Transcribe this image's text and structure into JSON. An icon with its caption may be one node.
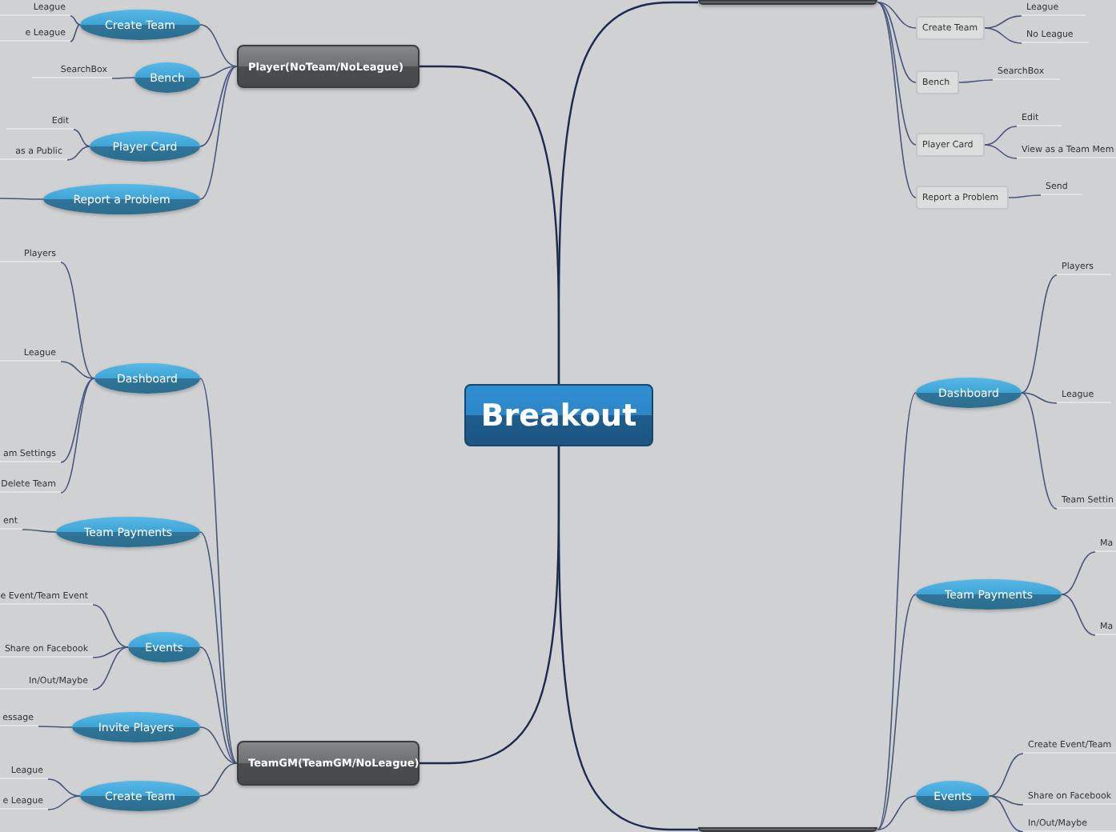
{
  "diagram": {
    "nodes": [
      {
        "text": [
          "Breakout"
        ]
      },
      {
        "text": [
          "Player(NoTeam/NoLeague)"
        ]
      },
      {
        "text": [
          "Create Team"
        ]
      },
      {
        "text": [
          "League"
        ]
      },
      {
        "text": [
          "e League"
        ]
      },
      {
        "text": [
          "Bench"
        ]
      },
      {
        "text": [
          "SearchBox"
        ]
      },
      {
        "text": [
          "Player Card"
        ]
      },
      {
        "text": [
          "Edit"
        ]
      },
      {
        "text": [
          "as a Public"
        ]
      },
      {
        "text": [
          "Report a Problem"
        ]
      },
      {
        "text": [
          "TeamGM(TeamGM/NoLeague)"
        ]
      },
      {
        "text": [
          "Dashboard"
        ]
      },
      {
        "text": [
          "Players"
        ]
      },
      {
        "text": [
          "League"
        ]
      },
      {
        "text": [
          "am Settings"
        ]
      },
      {
        "text": [
          "Delete Team"
        ]
      },
      {
        "text": [
          "Team Payments"
        ]
      },
      {
        "text": [
          "ent"
        ]
      },
      {
        "text": [
          "Events"
        ]
      },
      {
        "text": [
          "e Event/Team Event"
        ]
      },
      {
        "text": [
          "Share on Facebook"
        ]
      },
      {
        "text": [
          "In/Out/Maybe"
        ]
      },
      {
        "text": [
          "Invite Players"
        ]
      },
      {
        "text": [
          "essage"
        ]
      },
      {
        "text": [
          "Create Team"
        ]
      },
      {
        "text": [
          "League"
        ]
      },
      {
        "text": [
          "e League"
        ]
      },
      {
        "text": [],
        "shape": "box"
      },
      {
        "text": [
          "Create Team"
        ]
      },
      {
        "text": [
          "League"
        ]
      },
      {
        "text": [
          "No League"
        ]
      },
      {
        "text": [
          "Bench"
        ]
      },
      {
        "text": [
          "SearchBox"
        ]
      },
      {
        "text": [
          "Player Card"
        ]
      },
      {
        "text": [
          "Edit"
        ]
      },
      {
        "text": [
          "View as a Team Mem"
        ]
      },
      {
        "text": [
          "Report a Problem"
        ]
      },
      {
        "text": [
          "Send"
        ]
      },
      {
        "text": [],
        "shape": "box"
      },
      {
        "text": [
          "Dashboard"
        ]
      },
      {
        "text": [
          "Players"
        ]
      },
      {
        "text": [
          "League"
        ]
      },
      {
        "text": [
          "Team Settin"
        ]
      },
      {
        "text": [
          "Team Payments"
        ]
      },
      {
        "text": [
          "Ma"
        ]
      },
      {
        "text": [
          "Ma"
        ]
      },
      {
        "text": [
          "Events"
        ]
      },
      {
        "text": [
          "Create Event/Team"
        ]
      },
      {
        "text": [
          "Share on Facebook"
        ]
      },
      {
        "text": [
          "In/Out/Maybe"
        ]
      }
    ],
    "edges": [
      {
        "from": 0,
        "to": 1,
        "arrow": "none"
      },
      {
        "from": 0,
        "to": 11,
        "arrow": "none"
      },
      {
        "from": 0,
        "to": 28,
        "arrow": "none"
      },
      {
        "from": 0,
        "to": 39,
        "arrow": "none"
      },
      {
        "from": 1,
        "to": 2,
        "arrow": "none"
      },
      {
        "from": 1,
        "to": 5,
        "arrow": "none"
      },
      {
        "from": 1,
        "to": 7,
        "arrow": "none"
      },
      {
        "from": 1,
        "to": 10,
        "arrow": "none"
      },
      {
        "from": 2,
        "to": 3,
        "arrow": "none"
      },
      {
        "from": 2,
        "to": 4,
        "arrow": "none"
      },
      {
        "from": 5,
        "to": 6,
        "arrow": "none"
      },
      {
        "from": 7,
        "to": 8,
        "arrow": "none"
      },
      {
        "from": 7,
        "to": 9,
        "arrow": "none"
      },
      {
        "from": 10,
        "to": null,
        "arrow": "none"
      },
      {
        "from": 11,
        "to": 12,
        "arrow": "none"
      },
      {
        "from": 11,
        "to": 17,
        "arrow": "none"
      },
      {
        "from": 11,
        "to": 19,
        "arrow": "none"
      },
      {
        "from": 11,
        "to": 23,
        "arrow": "none"
      },
      {
        "from": 11,
        "to": 25,
        "arrow": "none"
      },
      {
        "from": 12,
        "to": 13,
        "arrow": "none"
      },
      {
        "from": 12,
        "to": 14,
        "arrow": "none"
      },
      {
        "from": 12,
        "to": 15,
        "arrow": "none"
      },
      {
        "from": 12,
        "to": 16,
        "arrow": "none"
      },
      {
        "from": 17,
        "to": 18,
        "arrow": "none"
      },
      {
        "from": 19,
        "to": 20,
        "arrow": "none"
      },
      {
        "from": 19,
        "to": 21,
        "arrow": "none"
      },
      {
        "from": 19,
        "to": 22,
        "arrow": "none"
      },
      {
        "from": 23,
        "to": 24,
        "arrow": "none"
      },
      {
        "from": 25,
        "to": 26,
        "arrow": "none"
      },
      {
        "from": 25,
        "to": 27,
        "arrow": "none"
      },
      {
        "from": 28,
        "to": 29,
        "arrow": "none"
      },
      {
        "from": 28,
        "to": 32,
        "arrow": "none"
      },
      {
        "from": 28,
        "to": 34,
        "arrow": "none"
      },
      {
        "from": 28,
        "to": 37,
        "arrow": "none"
      },
      {
        "from": 29,
        "to": 30,
        "arrow": "none"
      },
      {
        "from": 29,
        "to": 31,
        "arrow": "none"
      },
      {
        "from": 32,
        "to": 33,
        "arrow": "none"
      },
      {
        "from": 34,
        "to": 35,
        "arrow": "none"
      },
      {
        "from": 34,
        "to": 36,
        "arrow": "none"
      },
      {
        "from": 37,
        "to": 38,
        "arrow": "none"
      },
      {
        "from": 39,
        "to": 40,
        "arrow": "none"
      },
      {
        "from": 39,
        "to": 44,
        "arrow": "none"
      },
      {
        "from": 39,
        "to": 47,
        "arrow": "none"
      },
      {
        "from": 40,
        "to": 41,
        "arrow": "none"
      },
      {
        "from": 40,
        "to": 42,
        "arrow": "none"
      },
      {
        "from": 40,
        "to": 43,
        "arrow": "none"
      },
      {
        "from": 44,
        "to": 45,
        "arrow": "none"
      },
      {
        "from": 44,
        "to": 46,
        "arrow": "none"
      },
      {
        "from": 47,
        "to": 48,
        "arrow": "none"
      },
      {
        "from": 47,
        "to": 49,
        "arrow": "none"
      },
      {
        "from": 47,
        "to": 50,
        "arrow": "none"
      }
    ]
  }
}
